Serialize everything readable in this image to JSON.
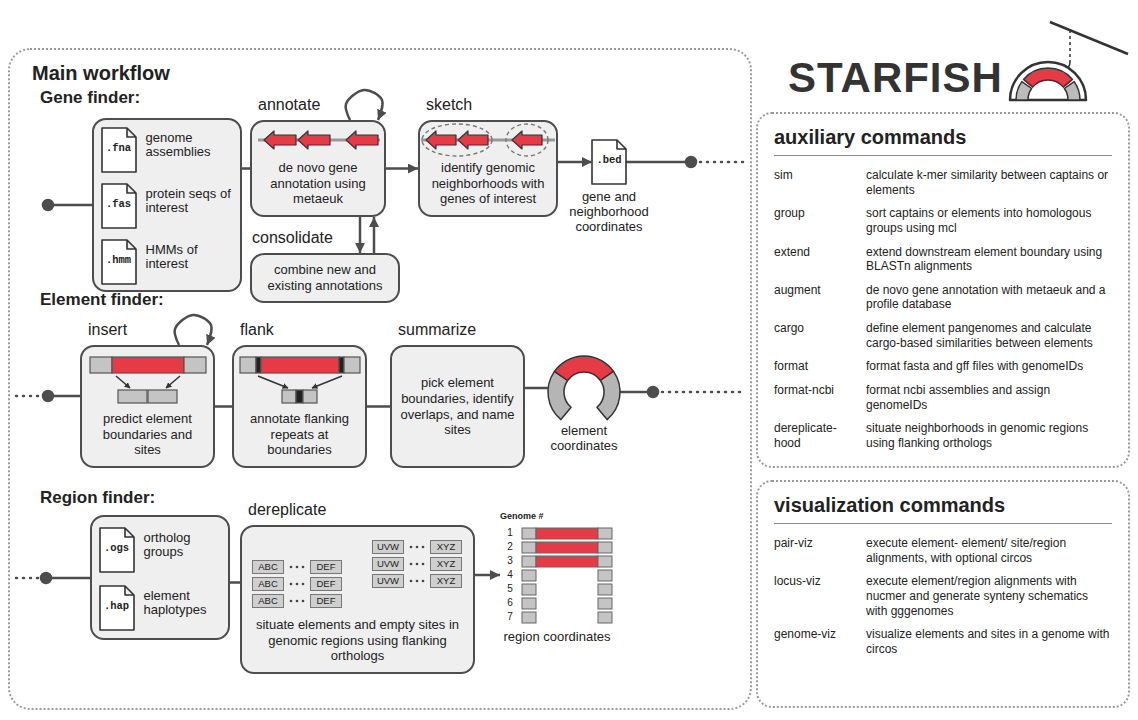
{
  "diagram": {
    "title": "STARFISH",
    "nodes": [
      {
        "text": [
          "Main workflow"
        ]
      },
      {
        "text": [],
        "in": 0
      },
      {
        "text": [
          ".fna",
          "genome assemblies"
        ],
        "in": 1
      },
      {
        "text": [
          ".fas",
          "protein seqs of interest"
        ],
        "in": 1
      },
      {
        "text": [
          ".hmm",
          "HMMs of interest"
        ],
        "in": 1
      },
      {
        "text": [
          "annotate",
          "de novo gene annotation using metaeuk"
        ],
        "in": 0
      },
      {
        "text": [
          "sketch",
          "identify genomic neighborhoods with genes of interest"
        ],
        "in": 0
      },
      {
        "text": [
          "consolidate",
          "combine new and existing annotations"
        ],
        "in": 0
      },
      {
        "text": [
          ".bed",
          "gene and neighborhood coordinates"
        ],
        "in": 0
      },
      {
        "text": [
          "insert",
          "predict element boundaries and sites"
        ],
        "in": 0
      },
      {
        "text": [
          "flank",
          "annotate flanking repeats at boundaries"
        ],
        "in": 0
      },
      {
        "text": [
          "summarize",
          "pick element boundaries, identify overlaps, and name sites"
        ],
        "in": 0
      },
      {
        "text": [
          "element coordinates"
        ],
        "in": 0
      },
      {
        "text": [],
        "in": 0
      },
      {
        "text": [
          ".ogs",
          "ortholog groups"
        ],
        "in": 13
      },
      {
        "text": [
          ".hap",
          "element haplotypes"
        ],
        "in": 13
      },
      {
        "text": [
          "dereplicate",
          "situate elements and empty sites in genomic regions using flanking orthologs"
        ],
        "in": 0
      },
      {
        "text": [
          "region coordinates"
        ],
        "in": 0
      },
      {
        "text": [
          "auxiliary commands",
          "sim",
          "calculate k-mer similarity between captains or elements",
          "group",
          "sort captains or elements into homologous groups using mcl",
          "extend",
          "extend downstream element boundary using BLASTn alignments",
          "augment",
          "de novo gene annotation with metaeuk and a profile database",
          "cargo",
          "define element pangenomes and calculate cargo-based similarities between elements",
          "format",
          "format fasta and gff files with genomeIDs",
          "format-ncbi",
          "format ncbi assemblies and assign genomeIDs",
          "dereplicate- hood",
          "situate neighborhoods in genomic regions using flanking orthologs"
        ]
      },
      {
        "text": [
          "visualization commands",
          "pair-viz",
          "execute element- element/ site/region alignments, with optional circos",
          "locus-viz",
          "execute element/region alignments with nucmer and generate synteny schematics with gggenomes",
          "genome-viz",
          "visualize elements and sites in a genome with circos"
        ]
      }
    ],
    "edges": [
      {
        "from": 1,
        "to": 5,
        "arrow": "none"
      },
      {
        "from": 5,
        "to": 5,
        "arrow": "to"
      },
      {
        "from": 5,
        "to": 6,
        "arrow": "to"
      },
      {
        "from": 5,
        "to": 7,
        "arrow": "to"
      },
      {
        "from": 7,
        "to": 5,
        "arrow": "to"
      },
      {
        "from": 6,
        "to": 8,
        "arrow": "to"
      },
      {
        "from": 9,
        "to": 9,
        "arrow": "to"
      },
      {
        "from": 9,
        "to": 10,
        "arrow": "none"
      },
      {
        "from": 10,
        "to": 11,
        "arrow": "none"
      },
      {
        "from": 11,
        "to": 12,
        "arrow": "none"
      },
      {
        "from": 13,
        "to": 16,
        "arrow": "none"
      },
      {
        "from": 16,
        "to": 17,
        "arrow": "to"
      }
    ],
    "labels": [
      "Gene finder:",
      "Element finder:",
      "Region finder:",
      "ABC",
      "DEF",
      "ABC",
      "DEF",
      "ABC",
      "DEF",
      "UVW",
      "XYZ",
      "UVW",
      "XYZ",
      "UVW",
      "XYZ",
      "Genome #",
      "1",
      "2",
      "3",
      "4",
      "5",
      "6",
      "7"
    ]
  }
}
